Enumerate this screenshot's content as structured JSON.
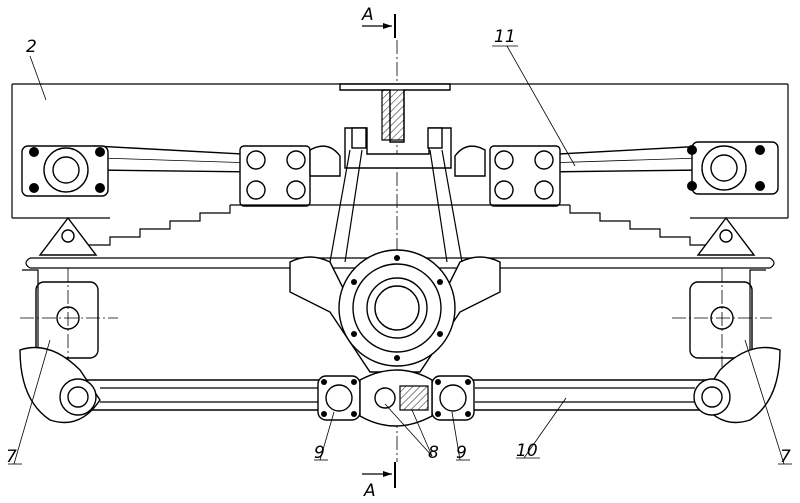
{
  "labels": {
    "section_top": "A",
    "section_bottom": "A",
    "frame": "2",
    "torque_rod_upper": "11",
    "spring_bracket_left": "7",
    "spring_bracket_right": "7",
    "lower_bracket_left": "9",
    "lower_bracket_right": "9",
    "pin": "8",
    "torque_rod_lower": "10"
  }
}
